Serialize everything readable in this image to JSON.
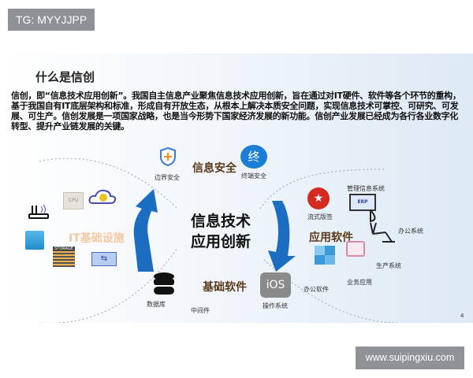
{
  "watermark_top": "TG: MYYJJPP",
  "watermark_bottom": "www.suipingxiu.com",
  "slide": {
    "title": "什么是信创",
    "paragraph": "信创，即“信息技术应用创新”。我国自主信息产业聚焦信息技术应用创新，旨在通过对IT硬件、软件等各个环节的重构，基于我国自有IT底层架构和标准，形成自有开放生态，从根本上解决本质安全问题，实现信息技术可掌控、可研究、可发展、可生产。信创发展是一项国家战略，也是当今形势下国家经济发展的新功能。信创产业发展已经成为各行各业数字化转型、提升产业链发展的关键。",
    "center_line1": "信息技术",
    "center_line2": "应用创新",
    "security": {
      "title": "信息安全",
      "boundary": "边界安全",
      "terminal": "终端安全",
      "terminal_glyph": "终"
    },
    "infra": {
      "title": "IT基础设施",
      "cpu": "CPU",
      "storage": "STORAGE"
    },
    "base_software": {
      "title": "基础软件",
      "database": "数据库",
      "middleware": "中间件",
      "os": "操作系统",
      "os_icon": "iOS"
    },
    "app_software": {
      "title": "应用软件",
      "layout_sign": "流式版签",
      "mis": "管理信息系统",
      "office_system": "办公系统",
      "production": "生产系统",
      "business": "业务应用",
      "office_software": "办公软件",
      "erp": "ERP"
    },
    "page_number": "4"
  }
}
